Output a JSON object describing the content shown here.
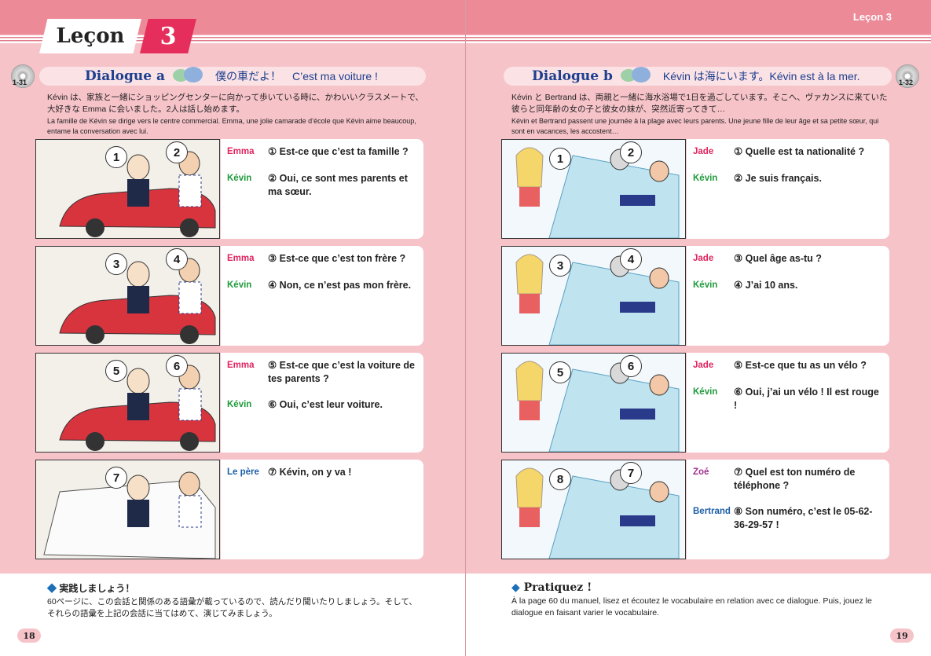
{
  "left": {
    "lecon_label": "Leçon",
    "lecon_number": "3",
    "cd_track": "1-31",
    "dialogue_title": "Dialogue a",
    "dialogue_subtitle": "僕の車だよ！　C’est ma voiture !",
    "intro_jp": "Kévin は、家族と一緒にショッピングセンターに向かって歩いている時に、かわいいクラスメートで、大好きな Emma に会いました。2人は話し始めます。",
    "intro_fr": "La famille de Kévin se dirige vers le centre commercial. Emma, une jolie camarade d’école que Kévin aime beaucoup, entame la conversation avec lui.",
    "rows": [
      {
        "lines": [
          {
            "speaker": "Emma",
            "color": "#e0245e",
            "text": "① Est-ce que c’est ta famille ?"
          },
          {
            "speaker": "Kévin",
            "color": "#1f9a3c",
            "text": "② Oui, ce sont mes parents et ma sœur."
          }
        ],
        "bubbles": [
          "1",
          "2"
        ]
      },
      {
        "lines": [
          {
            "speaker": "Emma",
            "color": "#e0245e",
            "text": "③ Est-ce que c’est ton frère ?"
          },
          {
            "speaker": "Kévin",
            "color": "#1f9a3c",
            "text": "④ Non, ce n’est pas mon frère."
          }
        ],
        "bubbles": [
          "3",
          "4"
        ]
      },
      {
        "lines": [
          {
            "speaker": "Emma",
            "color": "#e0245e",
            "text": "⑤ Est-ce que c’est la voiture de tes parents ?"
          },
          {
            "speaker": "Kévin",
            "color": "#1f9a3c",
            "text": "⑥ Oui, c’est leur voiture."
          }
        ],
        "bubbles": [
          "5",
          "6"
        ]
      },
      {
        "lines": [
          {
            "speaker": "Le père",
            "color": "#1d5fa8",
            "text": "⑦ Kévin, on y va !"
          }
        ],
        "bubbles": [
          "7"
        ]
      }
    ],
    "practice_title": "実践しましょう！",
    "practice_body": "60ページに、この会話と関係のある語彙が載っているので、読んだり聞いたりしましょう。そして、それらの語彙を上記の会話に当てはめて、演じてみましょう。",
    "page_number": "18"
  },
  "right": {
    "header": "Leçon 3",
    "cd_track": "1-32",
    "dialogue_title": "Dialogue b",
    "dialogue_subtitle": "Kévin は海にいます。Kévin est à la mer.",
    "intro_jp": "Kévin と Bertrand は、両親と一緒に海水浴場で1日を過ごしています。そこへ、ヴァカンスに来ていた彼らと同年齢の女の子と彼女の妹が、突然近寄ってきて…",
    "intro_fr": "Kévin et Bertrand passent une journée à la plage avec leurs parents. Une jeune fille de leur âge et sa petite sœur, qui sont en vacances, les accostent…",
    "rows": [
      {
        "lines": [
          {
            "speaker": "Jade",
            "color": "#e0245e",
            "text": "① Quelle est ta nationalité ?"
          },
          {
            "speaker": "Kévin",
            "color": "#1f9a3c",
            "text": "② Je suis français."
          }
        ],
        "bubbles": [
          "1",
          "2"
        ]
      },
      {
        "lines": [
          {
            "speaker": "Jade",
            "color": "#e0245e",
            "text": "③ Quel âge as-tu ?"
          },
          {
            "speaker": "Kévin",
            "color": "#1f9a3c",
            "text": "④ J’ai 10 ans."
          }
        ],
        "bubbles": [
          "3",
          "4"
        ]
      },
      {
        "lines": [
          {
            "speaker": "Jade",
            "color": "#e0245e",
            "text": "⑤ Est-ce que tu as un vélo ?"
          },
          {
            "speaker": "Kévin",
            "color": "#1f9a3c",
            "text": "⑥ Oui, j’ai un vélo ! Il est rouge !"
          }
        ],
        "bubbles": [
          "5",
          "6"
        ]
      },
      {
        "lines": [
          {
            "speaker": "Zoé",
            "color": "#a0308f",
            "text": "⑦ Quel est ton numéro de téléphone ?"
          },
          {
            "speaker": "Bertrand",
            "color": "#1d5fa8",
            "text": "⑧ Son numéro, c’est le 05-62-36-29-57 !"
          }
        ],
        "bubbles": [
          "8",
          "7"
        ]
      }
    ],
    "practice_title": "Pratiquez !",
    "practice_body": "À la page 60 du manuel, lisez et écoutez le vocabulaire en relation avec ce dialogue. Puis, jouez le dialogue en faisant varier le vocabulaire.",
    "page_number": "19"
  },
  "colors": {
    "page_pink": "#f6c3c9",
    "band_pink": "#ed8a98",
    "lecon_red": "#e62e5c",
    "title_blue": "#1d3f8f"
  },
  "icons": [
    "cd-icon",
    "speech-bubbles-icon",
    "diamond-icon"
  ]
}
